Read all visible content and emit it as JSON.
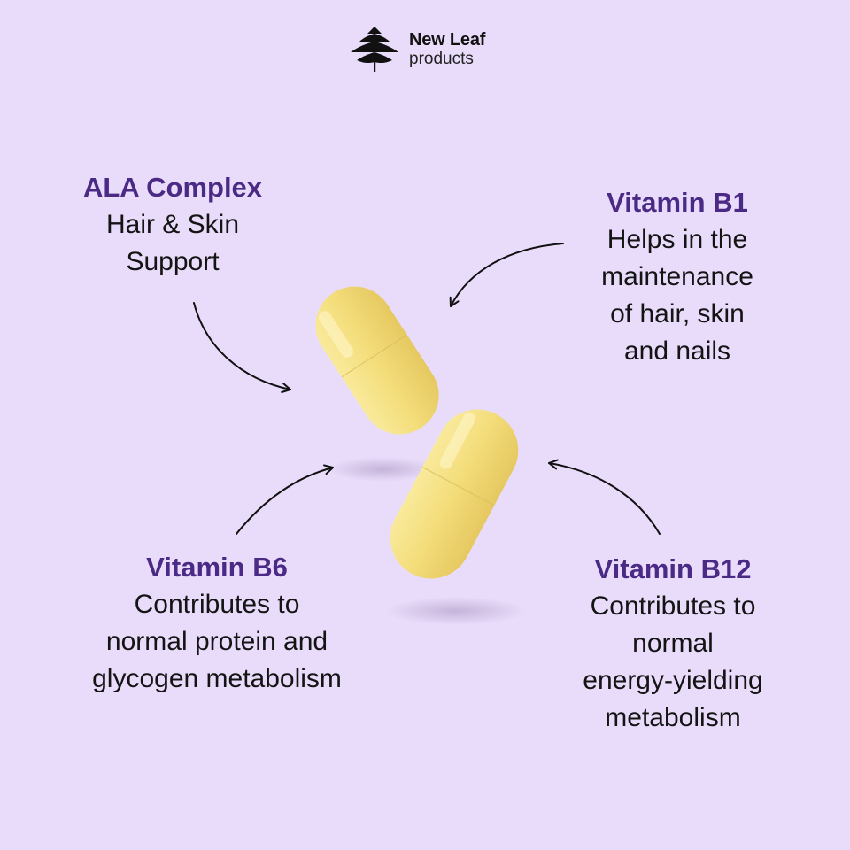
{
  "brand": {
    "name": "New Leaf",
    "tagline": "products",
    "logo_icon": "leaf-tree-icon"
  },
  "callouts": {
    "ala": {
      "title": "ALA Complex",
      "description": "Hair & Skin\nSupport"
    },
    "b1": {
      "title": "Vitamin B1",
      "description": "Helps in the\nmaintenance\nof hair, skin\nand nails"
    },
    "b6": {
      "title": "Vitamin B6",
      "description": "Contributes to\nnormal protein and\nglycogen metabolism"
    },
    "b12": {
      "title": "Vitamin B12",
      "description": "Contributes to\nnormal\nenergy-yielding\nmetabolism"
    }
  },
  "colors": {
    "background": "#e9dcfa",
    "title_accent": "#4b2a86",
    "capsule": "#f4df7e"
  }
}
